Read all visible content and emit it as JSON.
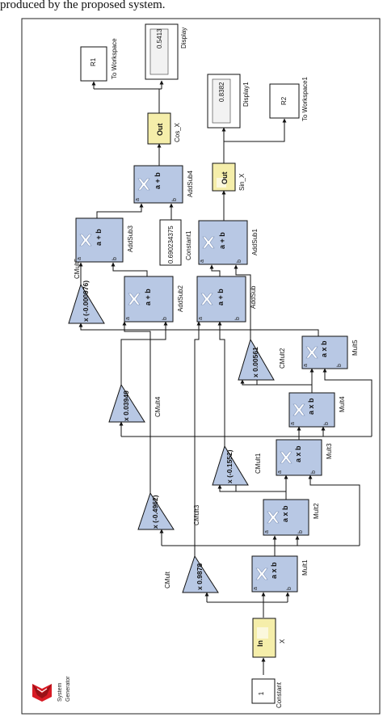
{
  "caption": "produced by the proposed system.",
  "logo": {
    "text_line1": "System",
    "text_line2": "Generator",
    "colors": [
      "#d81b25",
      "#9a1117"
    ]
  },
  "colors": {
    "block_fill": "#b8c8e4",
    "gateway_fill": "#f5eeaa",
    "line": "#111111"
  },
  "blocks": {
    "constant": {
      "value": "1",
      "label": "Constant"
    },
    "in_gateway": {
      "text": "In",
      "label": "X"
    },
    "mult": {
      "op": "a x b",
      "port_a": "a",
      "port_b": "b"
    },
    "mult_labels": [
      "Mult1",
      "Mult2",
      "Mult3",
      "Mult4",
      "Mult5"
    ],
    "cmult": [
      {
        "value": "x 0.9878",
        "label": "CMult"
      },
      {
        "value": "x (-0.4962)",
        "label": "CMult3"
      },
      {
        "value": "x (-0.1552)",
        "label": "CMult1"
      },
      {
        "value": "x 0.03949",
        "label": "CMult4"
      },
      {
        "value": "x 0.00561",
        "label": "CMult2"
      },
      {
        "value": "x (-0.000976)",
        "label": "CMult5"
      }
    ],
    "addsub": {
      "op": "a + b",
      "port_a": "a",
      "port_b": "b"
    },
    "addsub_labels": {
      "addsub": "AddSub",
      "addsub1": "AddSub1",
      "addsub2": "AddSub2",
      "addsub3": "AddSub3",
      "addsub4": "AddSub4"
    },
    "constant1": {
      "value": "0.690234375",
      "label": "Constant1"
    },
    "out_gateways": [
      {
        "text": "Out",
        "label": "Cos_X"
      },
      {
        "text": "Out",
        "label": "Sin_X"
      }
    ],
    "displays": [
      {
        "value": "0.5413",
        "label": "Display"
      },
      {
        "value": "0.8382",
        "label": "Display1"
      }
    ],
    "workspaces": [
      {
        "var": "R1",
        "label": "To Workspace"
      },
      {
        "var": "R2",
        "label": "To Workspace1"
      }
    ]
  }
}
